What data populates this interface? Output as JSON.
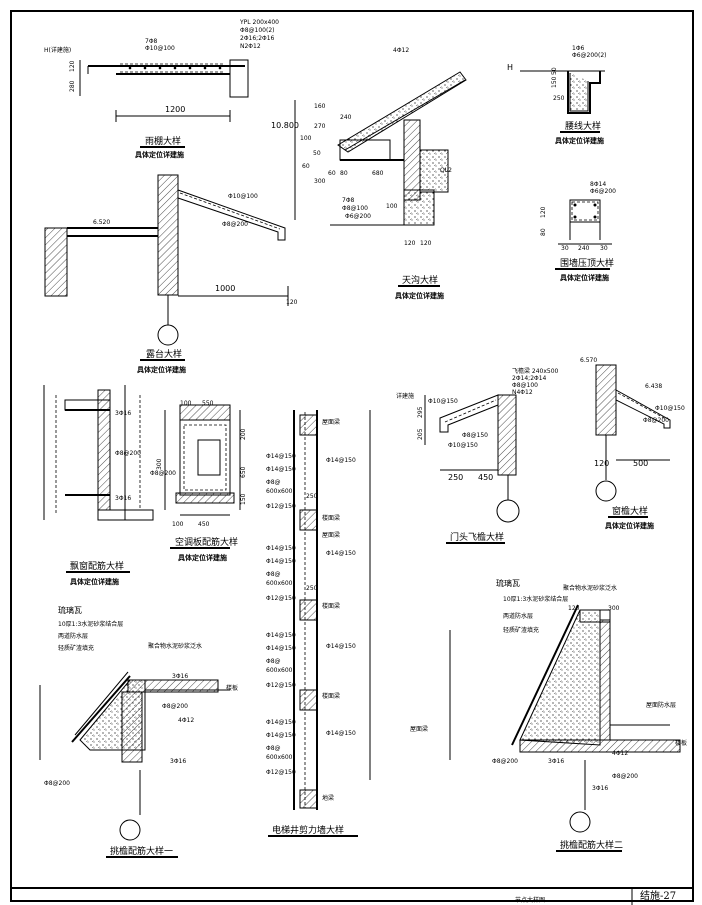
{
  "sheet": {
    "number": "结施-27",
    "title_small": "节点大样图"
  },
  "details": {
    "canopy": {
      "title": "雨棚大样",
      "note": "具体定位详建施",
      "texts": [
        "H(详建施)",
        "7Φ8",
        "Φ10@100",
        "YPL 200x400",
        "Φ8@100(2)",
        "2Φ16;2Φ16",
        "N2Φ12",
        "120",
        "280",
        "1200"
      ]
    },
    "gutter": {
      "title": "天沟大样",
      "note": "具体定位详建施",
      "texts": [
        "4Φ12",
        "10.800",
        "240",
        "QL2",
        "7Φ8",
        "Φ8@100",
        "Φ6@200",
        "100",
        "120",
        "120",
        "60",
        "50",
        "300",
        "60",
        "80",
        "680",
        "270",
        "160",
        "100"
      ]
    },
    "waistline": {
      "title": "腰线大样",
      "note": "具体定位详建施",
      "texts": [
        "1Φ6",
        "Φ6@200(2)",
        "H",
        "250",
        "150",
        "50"
      ]
    },
    "parapet": {
      "title": "围墙压顶大样",
      "note": "具体定位详建施",
      "texts": [
        "8Φ14",
        "Φ6@200",
        "80",
        "120",
        "30",
        "240",
        "30"
      ]
    },
    "terrace": {
      "title": "露台大样",
      "note": "具体定位详建施",
      "texts": [
        "6.520",
        "Φ10@100",
        "Φ8@200",
        "1000",
        "120"
      ]
    },
    "bay_window": {
      "title": "飘窗配筋大样",
      "note": "具体定位详建施",
      "texts": [
        "3Φ16",
        "Φ8@200",
        "3Φ16"
      ]
    },
    "ac_slab": {
      "title": "空调板配筋大样",
      "note": "具体定位详建施",
      "texts": [
        "100",
        "550",
        "200",
        "650",
        "150",
        "300",
        "100",
        "450",
        "Φ8@200"
      ]
    },
    "elevator": {
      "title": "电梯井剪力墙大样",
      "texts": [
        "Φ14@150",
        "Φ14@150",
        "Φ8@",
        "600x600",
        "Φ12@150",
        "Φ14@150",
        "Φ14@150",
        "Φ8@",
        "600x600",
        "Φ12@150",
        "Φ14@150",
        "Φ14@150",
        "Φ8@",
        "600x600",
        "Φ12@150",
        "Φ14@150",
        "Φ14@150",
        "Φ8@",
        "600x600",
        "Φ12@150",
        "屋面梁",
        "楼面梁",
        "楼面梁",
        "楼面梁",
        "屋面梁",
        "Φ14@150",
        "Φ14@150",
        "Φ14@150",
        "Φ14@150",
        "地梁",
        "250",
        "250"
      ]
    },
    "door_eave": {
      "title": "门头飞檐大样",
      "texts": [
        "详建施",
        "Φ10@150",
        "Φ8@150",
        "Φ10@150",
        "295",
        "205",
        "250",
        "450",
        "飞檐梁 240x500",
        "2Φ14;2Φ14",
        "Φ8@100",
        "N4Φ12"
      ]
    },
    "window_eave": {
      "title": "窗檐大样",
      "note": "具体定位详建施",
      "texts": [
        "6.570",
        "6.438",
        "Φ10@150",
        "Φ8@200",
        "120",
        "500"
      ]
    },
    "cornice1": {
      "title": "挑檐配筋大样一",
      "texts": [
        "琉璃瓦",
        "10厚1:3水泥砂浆结合层",
        "两道防水层",
        "轻质矿渣填充",
        "聚合物水泥砂浆泛水",
        "3Φ16",
        "Φ8@200",
        "4Φ12",
        "3Φ16",
        "Φ8@200",
        "楼板"
      ]
    },
    "cornice2": {
      "title": "挑檐配筋大样二",
      "texts": [
        "琉璃瓦",
        "10厚1:3水泥砂浆结合层",
        "两道防水层",
        "轻质矿渣填充",
        "聚合物水泥砂浆泛水",
        "Φ8@200",
        "4Φ12",
        "3Φ16",
        "Φ8@200",
        "3Φ16",
        "楼板",
        "屋面防水层",
        "屋面梁",
        "120",
        "300"
      ]
    }
  }
}
